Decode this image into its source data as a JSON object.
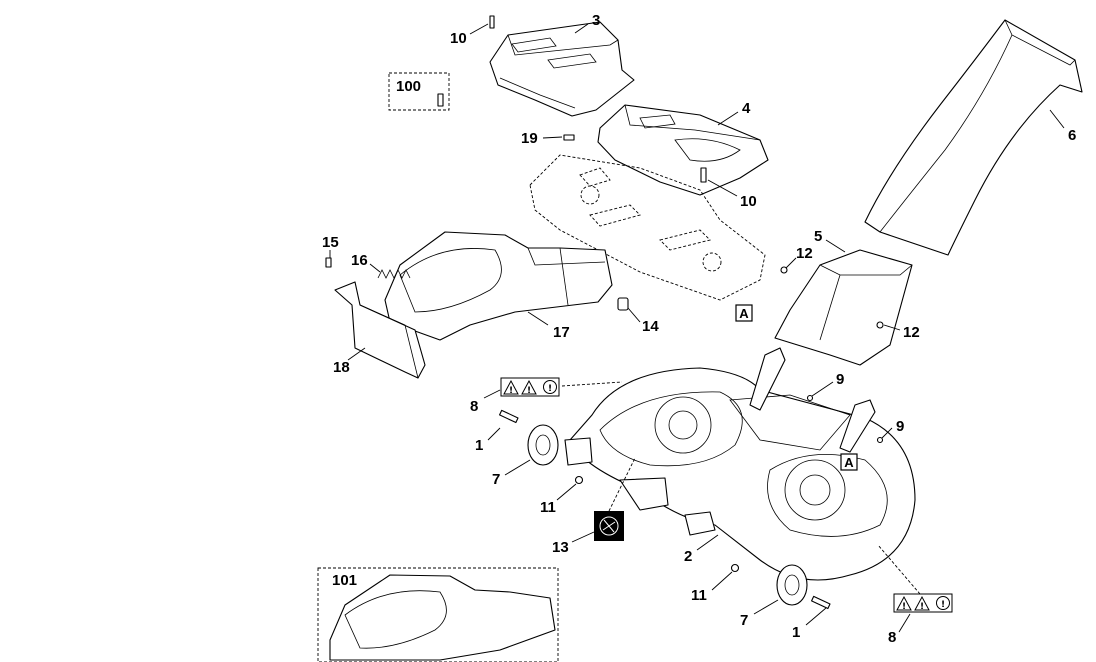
{
  "diagram": {
    "callouts": {
      "c3": "3",
      "c10a": "10",
      "c100": "100",
      "c4": "4",
      "c19": "19",
      "c10b": "10",
      "c6": "6",
      "c15": "15",
      "c16": "16",
      "c5": "5",
      "c12a": "12",
      "c12b": "12",
      "c17": "17",
      "c14": "14",
      "c18": "18",
      "c9a": "9",
      "c9b": "9",
      "c8a": "8",
      "c8b": "8",
      "c1a": "1",
      "c1b": "1",
      "c7a": "7",
      "c7b": "7",
      "c11a": "11",
      "c11b": "11",
      "c13": "13",
      "c2": "2",
      "c101": "101"
    },
    "ref_boxes": {
      "a1": "A",
      "a2": "A"
    },
    "warning_label": {
      "symbols": [
        "!",
        "!",
        "!"
      ]
    }
  }
}
